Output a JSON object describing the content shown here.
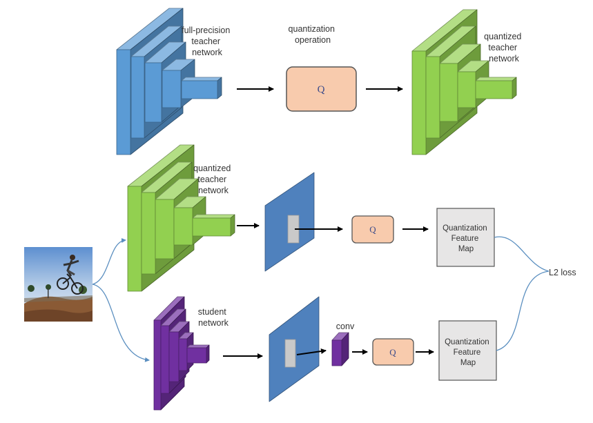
{
  "labels": {
    "full_precision_teacher": [
      "full-precision",
      "teacher",
      "network"
    ],
    "quantization_operation": [
      "quantization",
      "operation"
    ],
    "quantized_teacher_top": [
      "quantized",
      "teacher",
      "network"
    ],
    "quantized_teacher_mid": [
      "quantized",
      "teacher",
      "network"
    ],
    "student_network": [
      "student",
      "network"
    ],
    "conv": "conv",
    "q_symbol": "Q",
    "quantization_feature_map": [
      "Quantization",
      "Feature",
      "Map"
    ],
    "l2_loss": "L2 loss"
  },
  "colors": {
    "teacher_blue": "#5b9bd5",
    "quantized_green": "#92d050",
    "student_purple": "#7030a0",
    "q_box": "#f8cbad",
    "feature_map_box": "#e7e6e6",
    "feature_map_plane": "#4f81bd",
    "arrow": "#000000",
    "curve": "#5b8fc0"
  },
  "icons": {
    "input_image": "bmx-rider-photo-icon"
  }
}
